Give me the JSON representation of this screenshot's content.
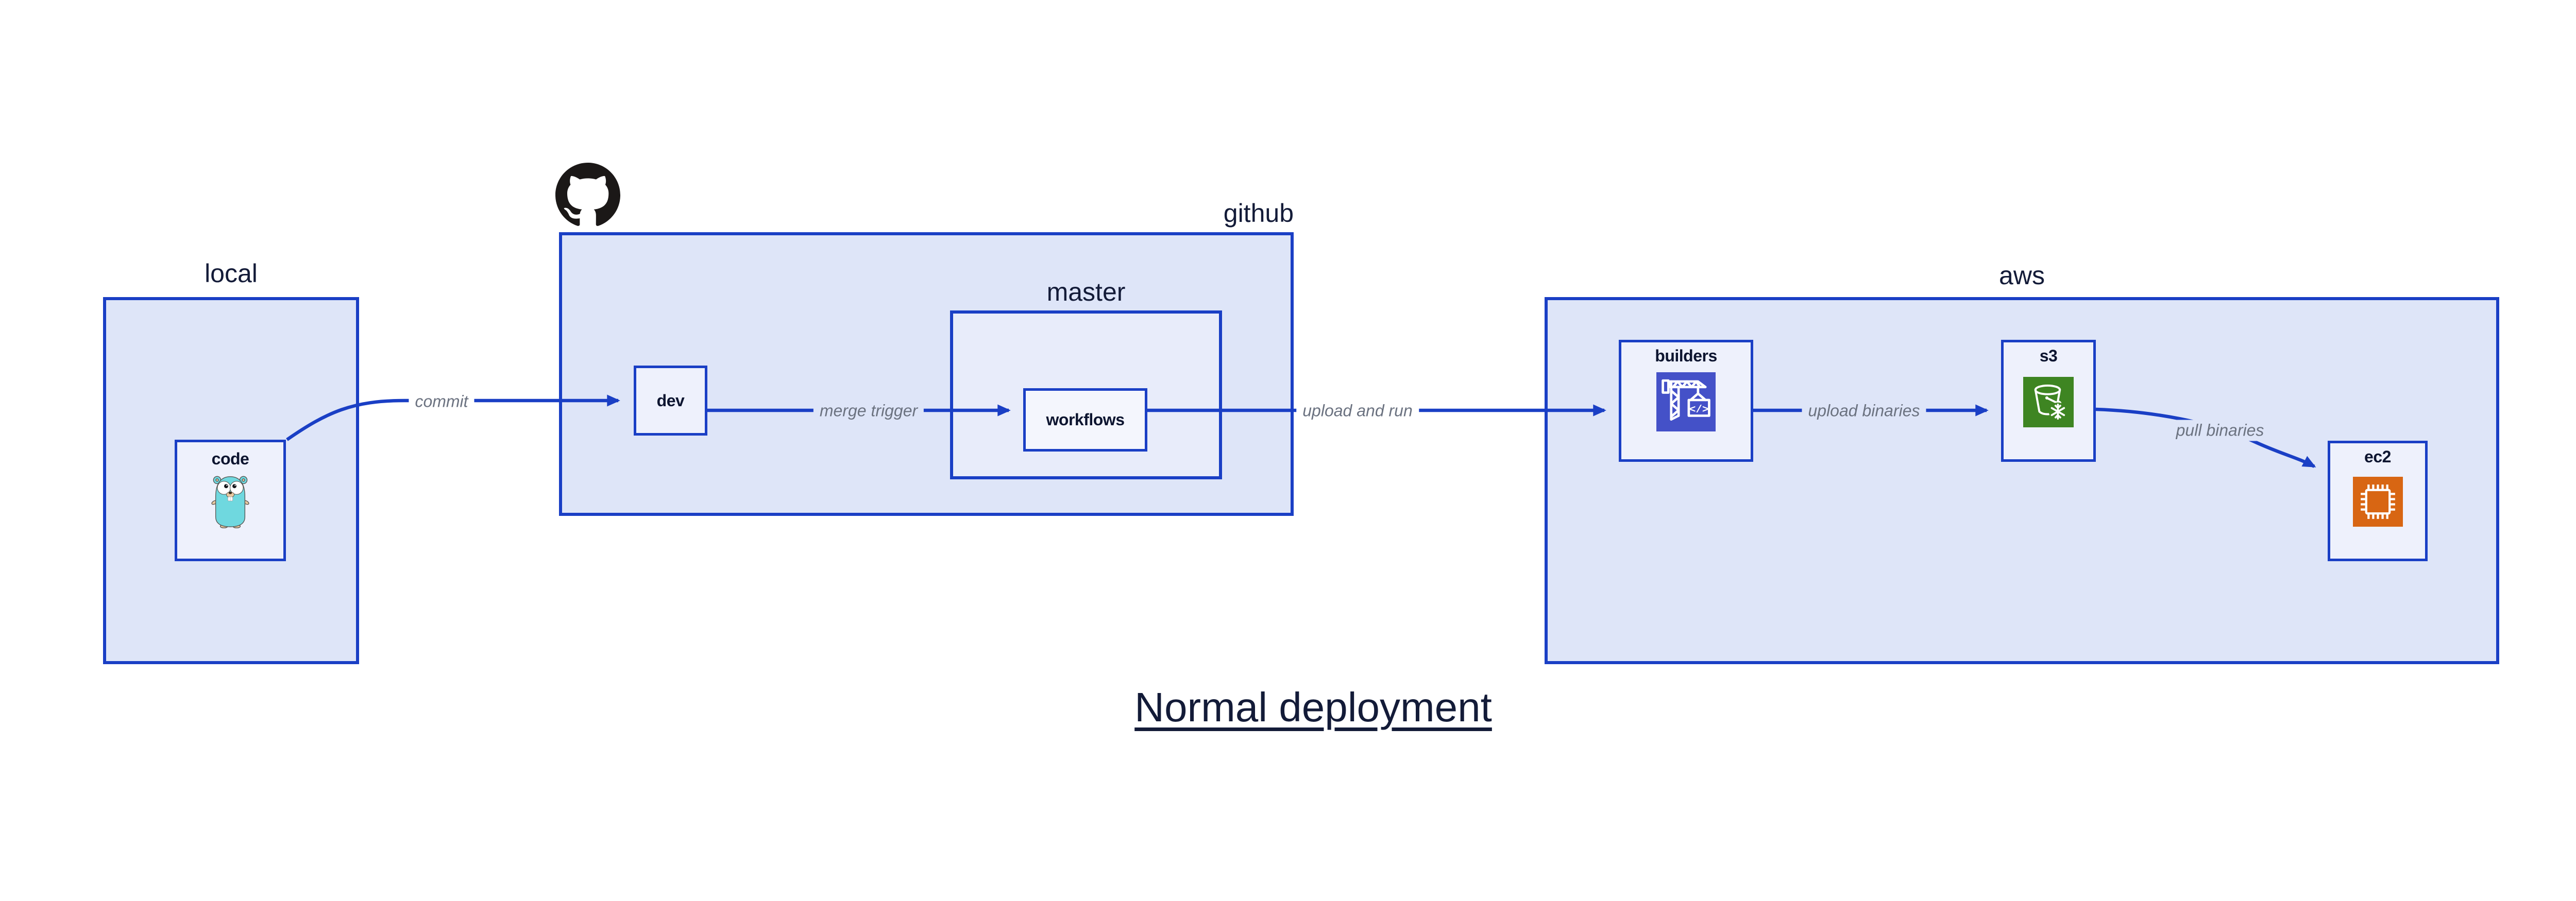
{
  "title": "Normal deployment",
  "containers": {
    "local": {
      "label": "local"
    },
    "github": {
      "label": "github"
    },
    "master": {
      "label": "master"
    },
    "aws": {
      "label": "aws"
    }
  },
  "nodes": {
    "code": {
      "label": "code",
      "icon": "go-gopher-icon"
    },
    "dev": {
      "label": "dev"
    },
    "workflows": {
      "label": "workflows"
    },
    "builders": {
      "label": "builders",
      "icon": "aws-codebuild-icon"
    },
    "s3": {
      "label": "s3",
      "icon": "aws-s3-glacier-bucket-icon"
    },
    "ec2": {
      "label": "ec2",
      "icon": "aws-ec2-chip-icon"
    }
  },
  "edges": {
    "commit": {
      "label": "commit",
      "from": "code",
      "to": "dev"
    },
    "merge_trigger": {
      "label": "merge trigger",
      "from": "dev",
      "to": "workflows"
    },
    "upload_and_run": {
      "label": "upload and run",
      "from": "workflows",
      "to": "builders"
    },
    "upload_binaries": {
      "label": "upload binaries",
      "from": "builders",
      "to": "s3"
    },
    "pull_binaries": {
      "label": "pull binaries",
      "from": "s3",
      "to": "ec2"
    }
  },
  "icons": {
    "github_octocat_icon": "github-octocat-icon",
    "codebuild_code_glyph": "</>"
  },
  "colors": {
    "edge_and_border_blue": "#1a3fc5",
    "container_fill": "#dee5f8",
    "master_fill": "#e8ecfa",
    "node_fill": "#eef1fc",
    "workflows_fill": "#f4f6fd",
    "label_navy": "#131b38",
    "edge_label_gray": "#6b7280",
    "octocat_black": "#1b1817",
    "codebuild_indigo": "#4451c8",
    "s3_glacier_green": "#3e8522",
    "ec2_orange": "#d86613",
    "gopher_teal": "#6fd8df"
  }
}
